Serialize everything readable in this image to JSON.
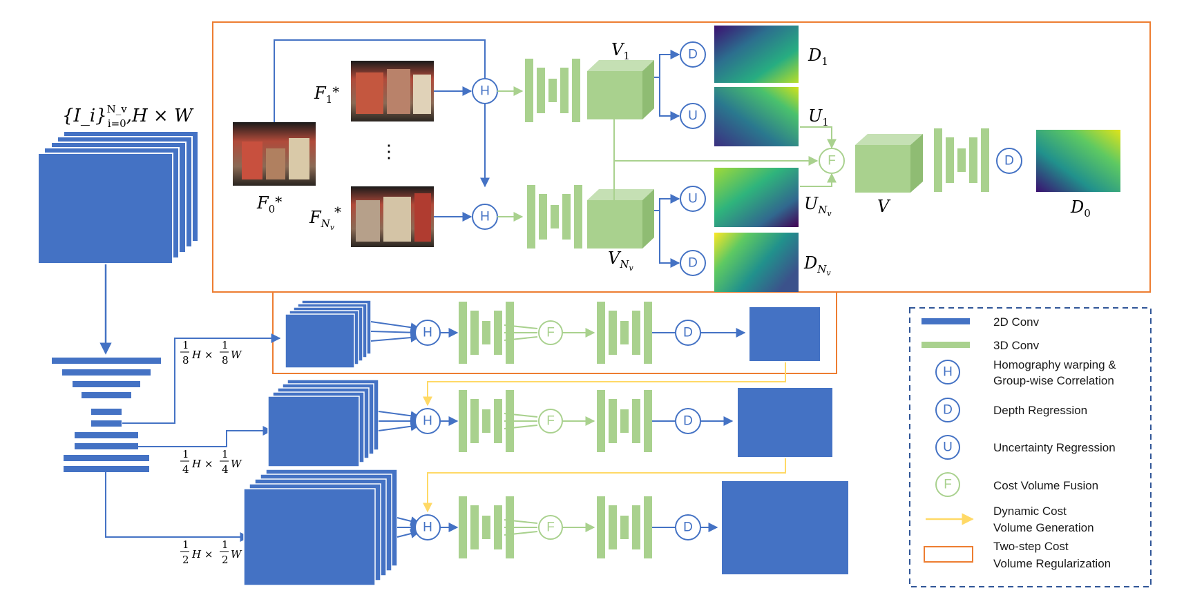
{
  "labels": {
    "input_set": "{I_i}",
    "input_sup": "N_v",
    "input_sub": "i=0",
    "input_size": ",H × W",
    "F0": "F",
    "F0_sub": "0",
    "F0_star": "*",
    "F1": "F",
    "F1_sub": "1",
    "F1_star": "*",
    "FN": "F",
    "FN_sub": "N",
    "FN_subsub": "v",
    "FN_star": "*",
    "ellipsis": "⋮",
    "V1": "V",
    "V1_sub": "1",
    "VN": "V",
    "VN_sub": "N",
    "VN_subsub": "v",
    "D1": "D",
    "D1_sub": "1",
    "U1": "U",
    "U1_sub": "1",
    "UN": "U",
    "UN_sub": "N",
    "UN_subsub": "v",
    "DN": "D",
    "DN_sub": "N",
    "DN_subsub": "v",
    "V": "V",
    "D0": "D",
    "D0_sub": "0",
    "scale_1_8": {
      "num": "1",
      "den": "8",
      "h": "H ×",
      "num2": "1",
      "den2": "8",
      "w": "W"
    },
    "scale_1_4": {
      "num": "1",
      "den": "4",
      "h": "H ×",
      "num2": "1",
      "den2": "4",
      "w": "W"
    },
    "scale_1_2": {
      "num": "1",
      "den": "2",
      "h": "H ×",
      "num2": "1",
      "den2": "2",
      "w": "W"
    }
  },
  "symbols": {
    "H": "H",
    "D": "D",
    "U": "U",
    "F": "F"
  },
  "legend": {
    "conv2d": "2D Conv",
    "conv3d": "3D Conv",
    "homography_1": "Homography warping &",
    "homography_2": "Group-wise Correlation",
    "depth": "Depth Regression",
    "uncertainty": "Uncertainty Regression",
    "fusion": "Cost Volume Fusion",
    "dynamic_1": "Dynamic Cost",
    "dynamic_2": "Volume Generation",
    "twostep_1": "Two-step Cost",
    "twostep_2": "Volume Regularization"
  },
  "colors": {
    "blue": "#4472c4",
    "green": "#a9d18e",
    "orange": "#ed7d31",
    "yellow": "#ffd966",
    "legend_border": "#2f5597"
  }
}
